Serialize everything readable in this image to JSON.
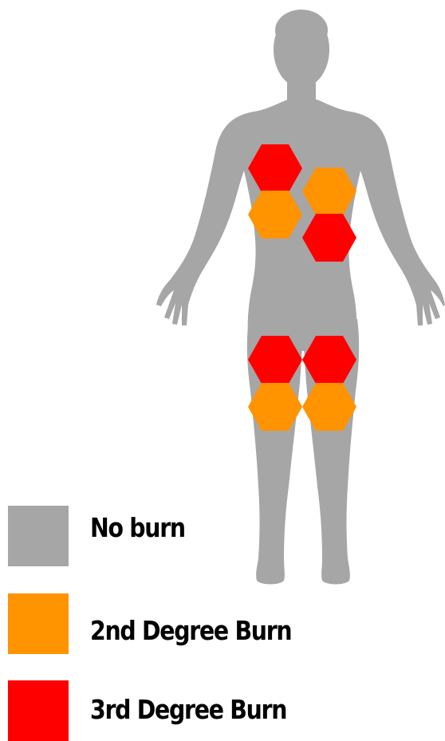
{
  "colors": {
    "no_burn": "#a6a6a6",
    "second_degree": "#ff9300",
    "third_degree": "#ff0000",
    "background": "#ffffff"
  },
  "figure": {
    "icon": "human-body-silhouette-icon",
    "burn_patches": [
      {
        "region": "chest-right",
        "degree": "3rd"
      },
      {
        "region": "abdomen-right",
        "degree": "2nd"
      },
      {
        "region": "chest-left",
        "degree": "2nd"
      },
      {
        "region": "abdomen-left",
        "degree": "3rd"
      },
      {
        "region": "right-thigh-lower",
        "degree": "3rd"
      },
      {
        "region": "right-knee",
        "degree": "2nd"
      },
      {
        "region": "left-thigh-lower",
        "degree": "3rd"
      },
      {
        "region": "left-knee",
        "degree": "2nd"
      }
    ]
  },
  "legend": {
    "items": [
      {
        "key": "no_burn",
        "label": "No burn"
      },
      {
        "key": "second_degree",
        "label": "2nd Degree Burn"
      },
      {
        "key": "third_degree",
        "label": "3rd Degree Burn"
      }
    ]
  }
}
